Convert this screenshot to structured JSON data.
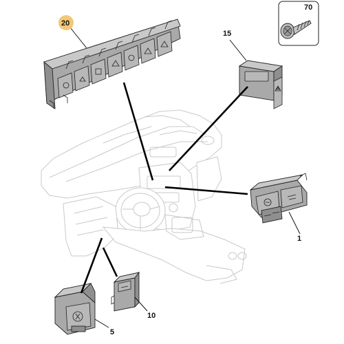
{
  "labels": {
    "main_switch_panel": "20",
    "screw_box": "70",
    "hazard_switch": "15",
    "right_switch": "1",
    "left_switch": "5",
    "lower_switch": "10"
  },
  "colors": {
    "part_dark": "#8f8f8f",
    "part_mid": "#a9a9a9",
    "part_light": "#c9c9c9",
    "badge": "#f2c876",
    "dashboard_line": "#c8c8c8"
  }
}
